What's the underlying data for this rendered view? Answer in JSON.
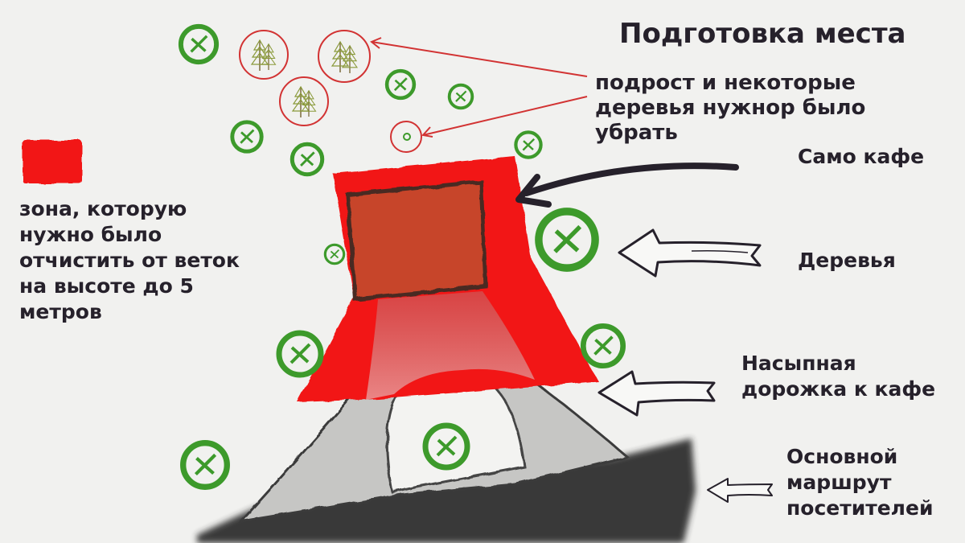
{
  "title": "Подготовка места",
  "labels": {
    "remove_trees": "подрост и некоторые\nдеревья нужнор было\nубрать",
    "cafe": "Само кафе",
    "trees": "Деревья",
    "path": "Насыпная\nдорожка к кафе",
    "route": "Основной\nмаршрут\nпосетителей"
  },
  "legend": {
    "text": "зона, которую\nнужно было\nотчистить от веток\nна высоте до 5\nметров"
  },
  "colors": {
    "clear_zone": "#f21212",
    "cafe": "#c7452a",
    "tree_green": "#3d9a2b",
    "removed_outline": "#d23333",
    "ink": "#26212b",
    "path_gray": "#c6c6c4",
    "route_dark": "#2c2c2c"
  }
}
